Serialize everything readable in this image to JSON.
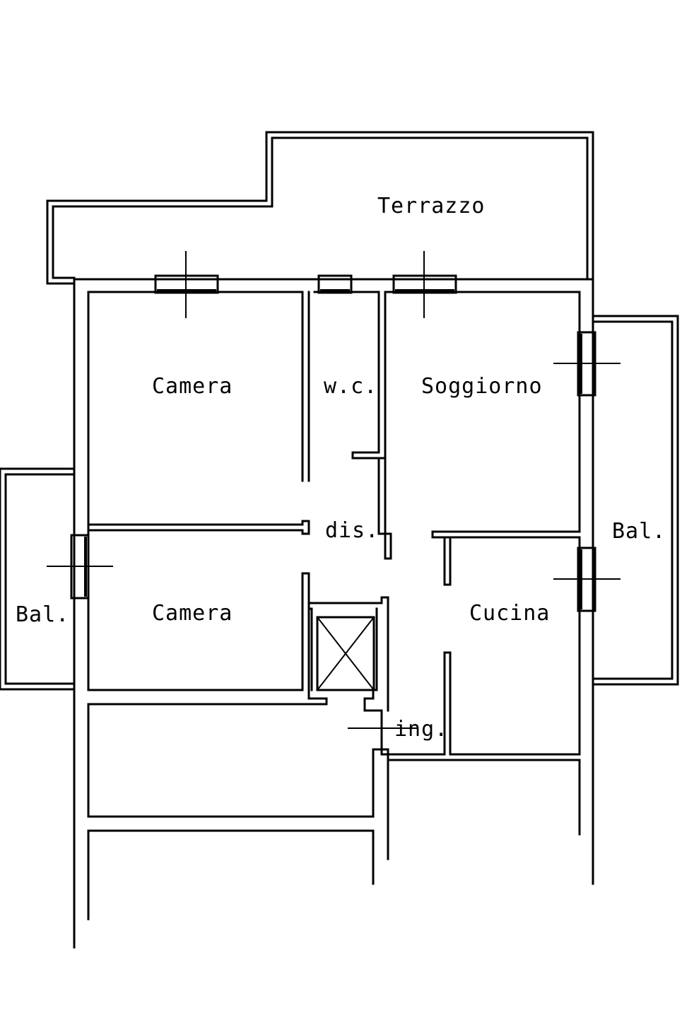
{
  "rooms": {
    "terrazzo": "Terrazzo",
    "camera_top": "Camera",
    "wc": "w.c.",
    "soggiorno": "Soggiorno",
    "dis": "dis.",
    "camera_bottom": "Camera",
    "cucina": "Cucina",
    "bal_left": "Bal.",
    "bal_right": "Bal.",
    "ing": "ing."
  }
}
